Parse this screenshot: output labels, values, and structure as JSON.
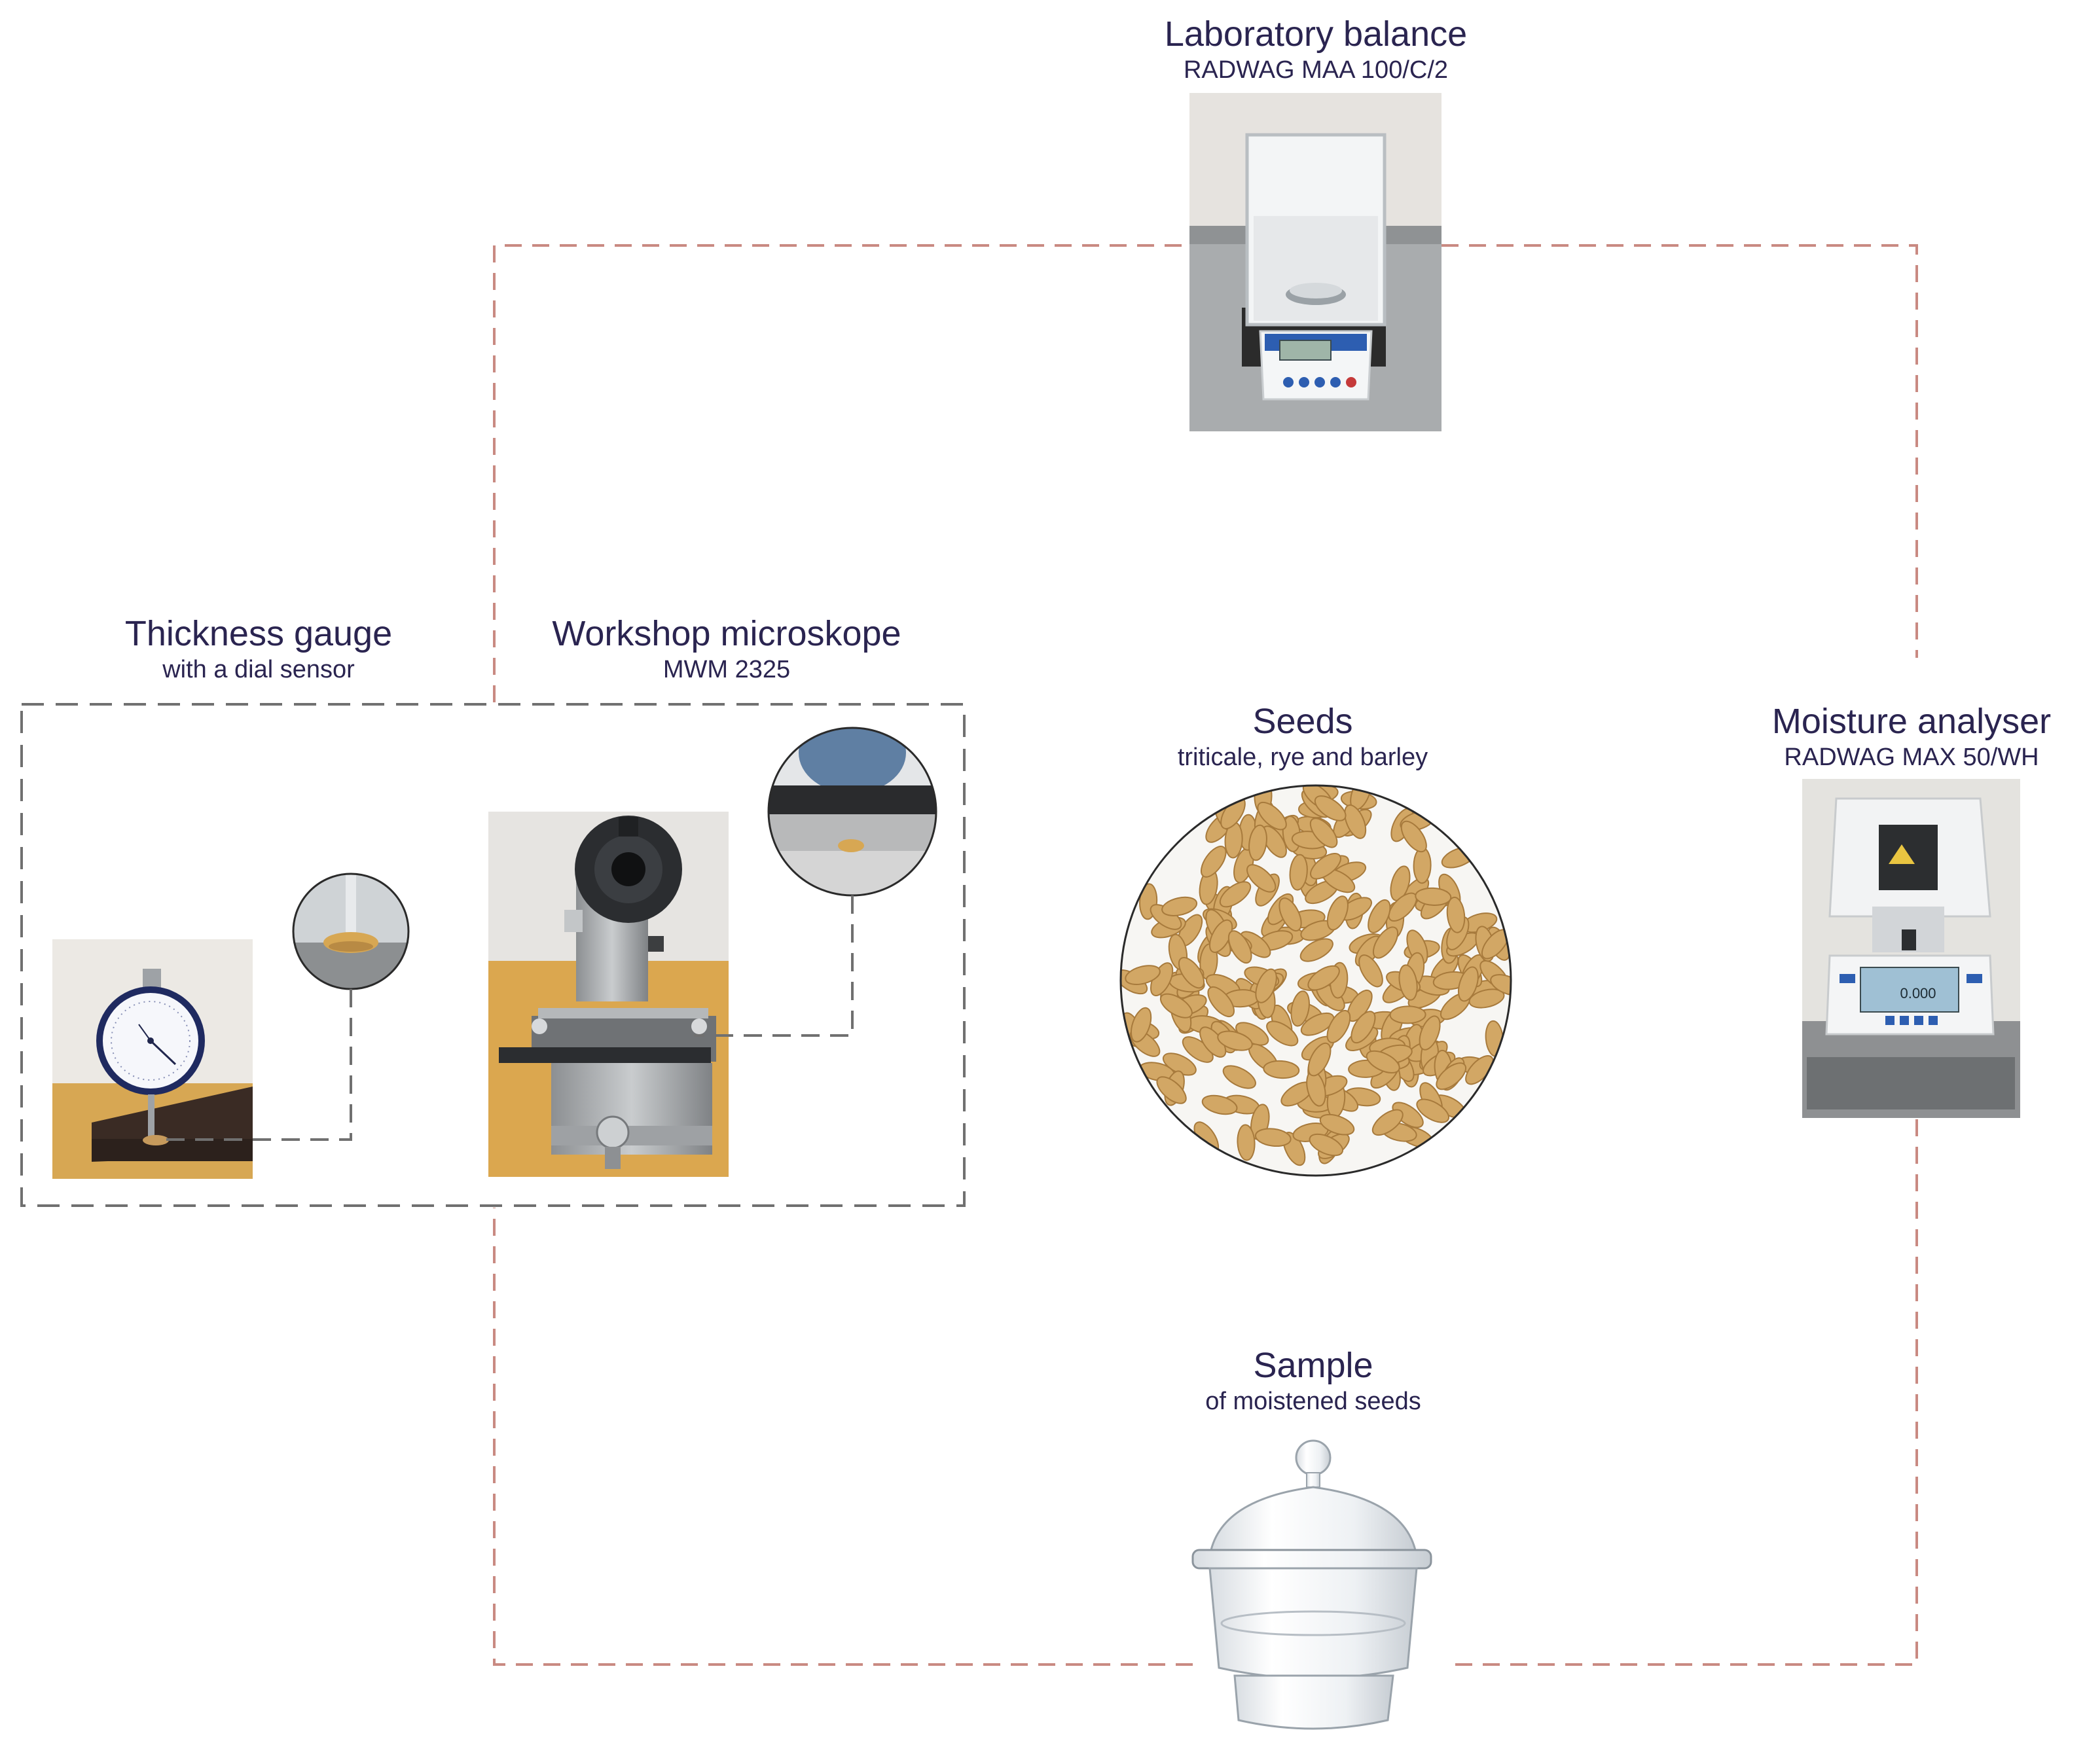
{
  "colors": {
    "title_text": "#2a2450",
    "dashed_link_red": "#c98a82",
    "dashed_box_gray": "#707070",
    "seed_fill": "#d2a765",
    "wood": "#d7a753",
    "wall": "#e9e6e2"
  },
  "nodes": {
    "balance": {
      "title": "Laboratory balance",
      "subtitle": "RADWAG MAA 100/C/2"
    },
    "thickness_gauge": {
      "title": "Thickness gauge",
      "subtitle": "with a dial sensor"
    },
    "microscope": {
      "title": "Workshop microskope",
      "subtitle": "MWM 2325"
    },
    "seeds": {
      "title": "Seeds",
      "subtitle": "triticale, rye and barley"
    },
    "moisture_analyser": {
      "title": "Moisture analyser",
      "subtitle": "RADWAG MAX 50/WH"
    },
    "sample": {
      "title": "Sample",
      "subtitle": "of moistened seeds"
    }
  },
  "display": {
    "moisture_reading": "0.000"
  }
}
